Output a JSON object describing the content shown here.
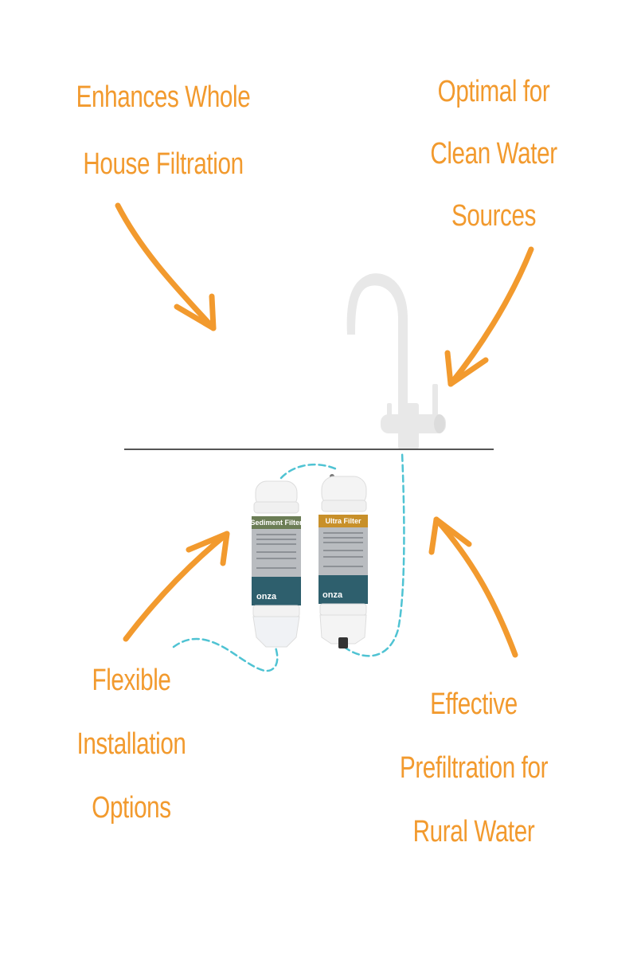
{
  "colors": {
    "accent": "#f29a2e",
    "tube": "#4fc3d3",
    "counter": "#555555",
    "faucet": "#e6e6e6"
  },
  "captions": {
    "whole_house": [
      "Enhances Whole",
      "House Filtration"
    ],
    "clean_water": [
      "Optimal for",
      "Clean Water",
      "Sources"
    ],
    "flexible": [
      "Flexible",
      "Installation",
      "Options"
    ],
    "rural": [
      "Effective",
      "Prefiltration for",
      "Rural Water"
    ]
  },
  "filters": [
    {
      "label": "Sediment Filter",
      "brand": "onza",
      "band_color": "#6b7d55"
    },
    {
      "label": "Ultra Filter",
      "brand": "onza",
      "band_color": "#c8902a"
    }
  ]
}
